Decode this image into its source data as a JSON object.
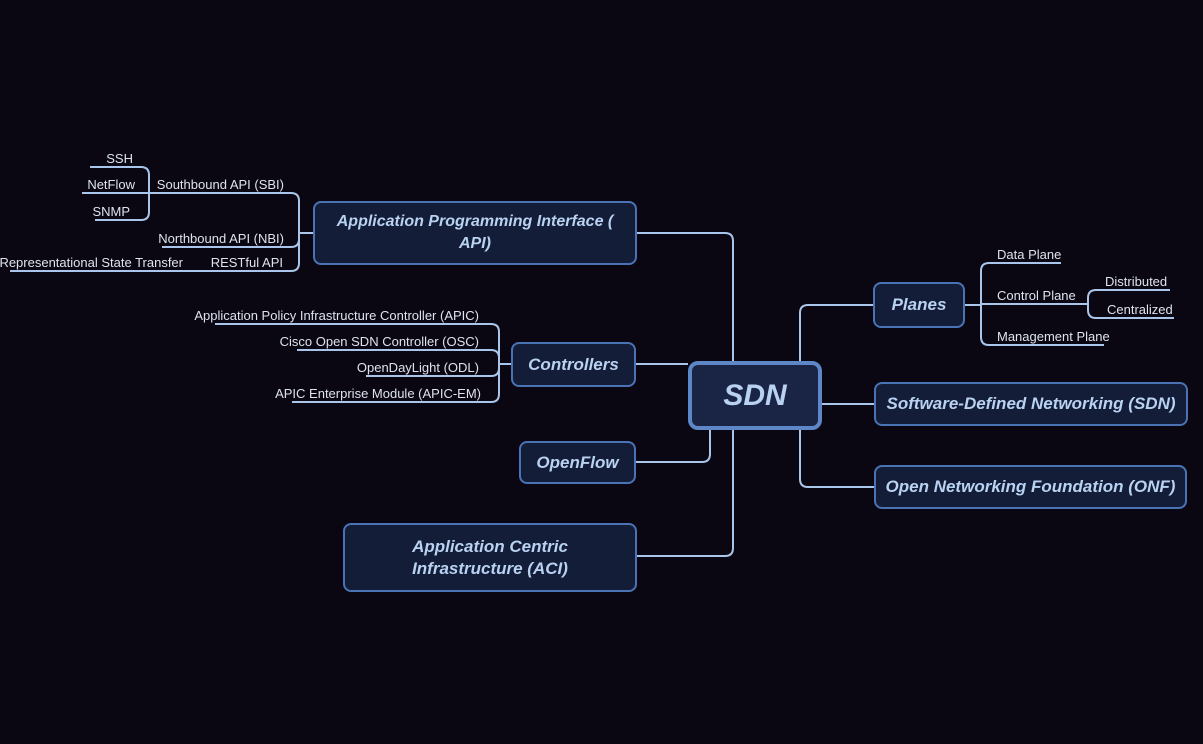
{
  "colors": {
    "background": "#0a0612",
    "node_fill": "#131d38",
    "center_fill": "#1a2545",
    "node_border": "#4a73b5",
    "center_border": "#5d87c6",
    "node_text": "#b9d2f2",
    "leaf_text": "#dde4ee",
    "line": "#a9c6ea"
  },
  "tree": {
    "root_label": "SDN",
    "left": [
      {
        "label_lines": [
          "Application Programming Interface (",
          "API)"
        ],
        "children": [
          {
            "label": "Southbound API (SBI)",
            "children": [
              {
                "label": "SSH"
              },
              {
                "label": "NetFlow"
              },
              {
                "label": "SNMP"
              }
            ]
          },
          {
            "label": "Northbound API (NBI)"
          },
          {
            "label": "RESTful API",
            "children": [
              {
                "label": "Representational State Transfer"
              }
            ]
          }
        ]
      },
      {
        "label": "Controllers",
        "children": [
          {
            "label": "Application Policy Infrastructure Controller (APIC)"
          },
          {
            "label": "Cisco Open SDN Controller (OSC)"
          },
          {
            "label": "OpenDayLight (ODL)"
          },
          {
            "label": "APIC Enterprise Module (APIC-EM)"
          }
        ]
      },
      {
        "label": "OpenFlow"
      },
      {
        "label_lines": [
          "Application Centric",
          "Infrastructure (ACI)"
        ]
      }
    ],
    "right": [
      {
        "label": "Planes",
        "children": [
          {
            "label": "Data Plane"
          },
          {
            "label": "Control Plane",
            "children": [
              {
                "label": "Distributed"
              },
              {
                "label": "Centralized"
              }
            ]
          },
          {
            "label": "Management Plane"
          }
        ]
      },
      {
        "label": "Software-Defined Networking (SDN)"
      },
      {
        "label": "Open Networking Foundation (ONF)"
      }
    ]
  }
}
